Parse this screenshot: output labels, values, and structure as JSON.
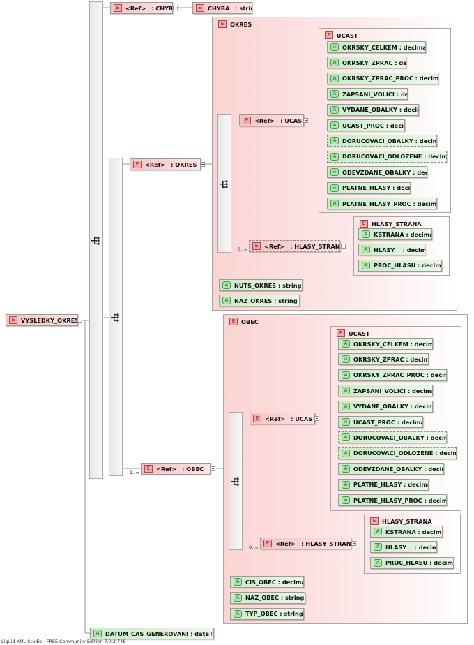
{
  "root": {
    "badge": "E",
    "label": "VYSLEDKY_OKRES"
  },
  "chyba": {
    "ref_label": "<Ref>",
    "ref_target": ": CHYBA",
    "type_label": "CHYBA",
    "type": ": string"
  },
  "datum": {
    "badge": "A",
    "label": "DATUM_CAS_GENEROVANI : dateTime"
  },
  "okres": {
    "ref_label": "<Ref>",
    "ref_target": ": OKRES",
    "title": "OKRES",
    "ucast_ref": ": UCAST",
    "ucast_title": "UCAST",
    "ucast_items": [
      "OKRSKY_CELKEM : decimal",
      "OKRSKY_ZPRAC : decimal",
      "OKRSKY_ZPRAC_PROC : decimal",
      "ZAPSANI_VOLICI : decimal",
      "VYDANE_OBALKY : decimal",
      "UCAST_PROC : decimal",
      "DORUCOVACI_OBALKY : decimal",
      "DORUCOVACI_ODLOZENE : decimal",
      "ODEVZDANE_OBALKY : decimal",
      "PLATNE_HLASY : decimal",
      "PLATNE_HLASY_PROC : decimal"
    ],
    "hlasy_mult": "0..∞",
    "hlasy_ref": ": HLASY_STRANA",
    "hlasy_title": "HLASY_STRANA",
    "hlasy_items": [
      "KSTRANA : decimal",
      "HLASY    : decimal",
      "PROC_HLASU : decimal"
    ],
    "attrs": [
      "NUTS_OKRES : string",
      "NAZ_OKRES : string"
    ]
  },
  "obec": {
    "mult": "1..∞",
    "ref_label": "<Ref>",
    "ref_target": ": OBEC",
    "title": "OBEC",
    "ucast_ref": ": UCAST",
    "ucast_title": "UCAST",
    "ucast_items": [
      "OKRSKY_CELKEM : decimal",
      "OKRSKY_ZPRAC : decimal",
      "OKRSKY_ZPRAC_PROC : decimal",
      "ZAPSANI_VOLICI : decimal",
      "VYDANE_OBALKY : decimal",
      "UCAST_PROC : decimal",
      "DORUCOVACI_OBALKY : decimal",
      "DORUCOVACI_ODLOZENE : decimal",
      "ODEVZDANE_OBALKY : decimal",
      "PLATNE_HLASY : decimal",
      "PLATNE_HLASY_PROC : decimal"
    ],
    "hlasy_mult": "0..∞",
    "hlasy_ref": ": HLASY_STRANA",
    "hlasy_title": "HLASY_STRANA",
    "hlasy_items": [
      "KSTRANA : decimal",
      "HLASY    : decimal",
      "PROC_HLASU : decimal"
    ],
    "attrs": [
      "CIS_OBEC : decimal",
      "NAZ_OBEC : string",
      "TYP_OBEC : string"
    ]
  },
  "badges": {
    "element": "E",
    "attribute": "A",
    "ref": "<Ref>"
  },
  "footer": "Liquid XML Studio - FREE Community Edition 7.0.2.746"
}
